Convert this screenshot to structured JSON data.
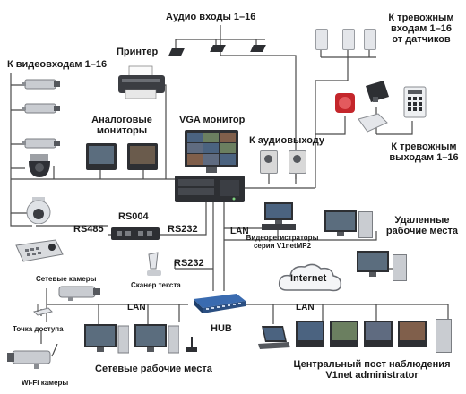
{
  "labels": {
    "audio_inputs": "Аудио входы 1–16",
    "printer": "Принтер",
    "video_inputs": "К видеовходам 1–16",
    "alarm_inputs_l1": "К тревожным",
    "alarm_inputs_l2": "входам 1–16",
    "alarm_inputs_l3": "от датчиков",
    "analog_monitors_l1": "Аналоговые",
    "analog_monitors_l2": "мониторы",
    "vga_monitor": "VGA монитор",
    "audio_output": "К аудиовыходу",
    "alarm_outputs_l1": "К тревожным",
    "alarm_outputs_l2": "выходам 1–16",
    "rs485": "RS485",
    "rs004": "RS004",
    "rs232_top": "RS232",
    "lan_top": "LAN",
    "recorders_l1": "Видеорегистраторы",
    "recorders_l2": "серии V1netMP2",
    "remote_l1": "Удаленные",
    "remote_l2": "рабочие места",
    "rs232_bottom": "RS232",
    "text_scanner": "Сканер текста",
    "internet": "Internet",
    "network_cameras": "Сетевые камеры",
    "lan_left": "LAN",
    "lan_right": "LAN",
    "access_point": "Точка доступа",
    "hub": "HUB",
    "network_workplaces": "Сетевые рабочие места",
    "central_post_l1": "Центральный пост наблюдения",
    "central_post_l2": "V1net administrator",
    "wifi_cameras": "Wi-Fi камеры"
  },
  "colors": {
    "wire": "#4a4a4a",
    "device_dark": "#2d2f33",
    "device_grey": "#b8bcc2",
    "screen": "#3a5a7a",
    "hub_blue": "#2b4f82",
    "speaker": "#d8d8d8",
    "siren_red": "#c4262b"
  }
}
